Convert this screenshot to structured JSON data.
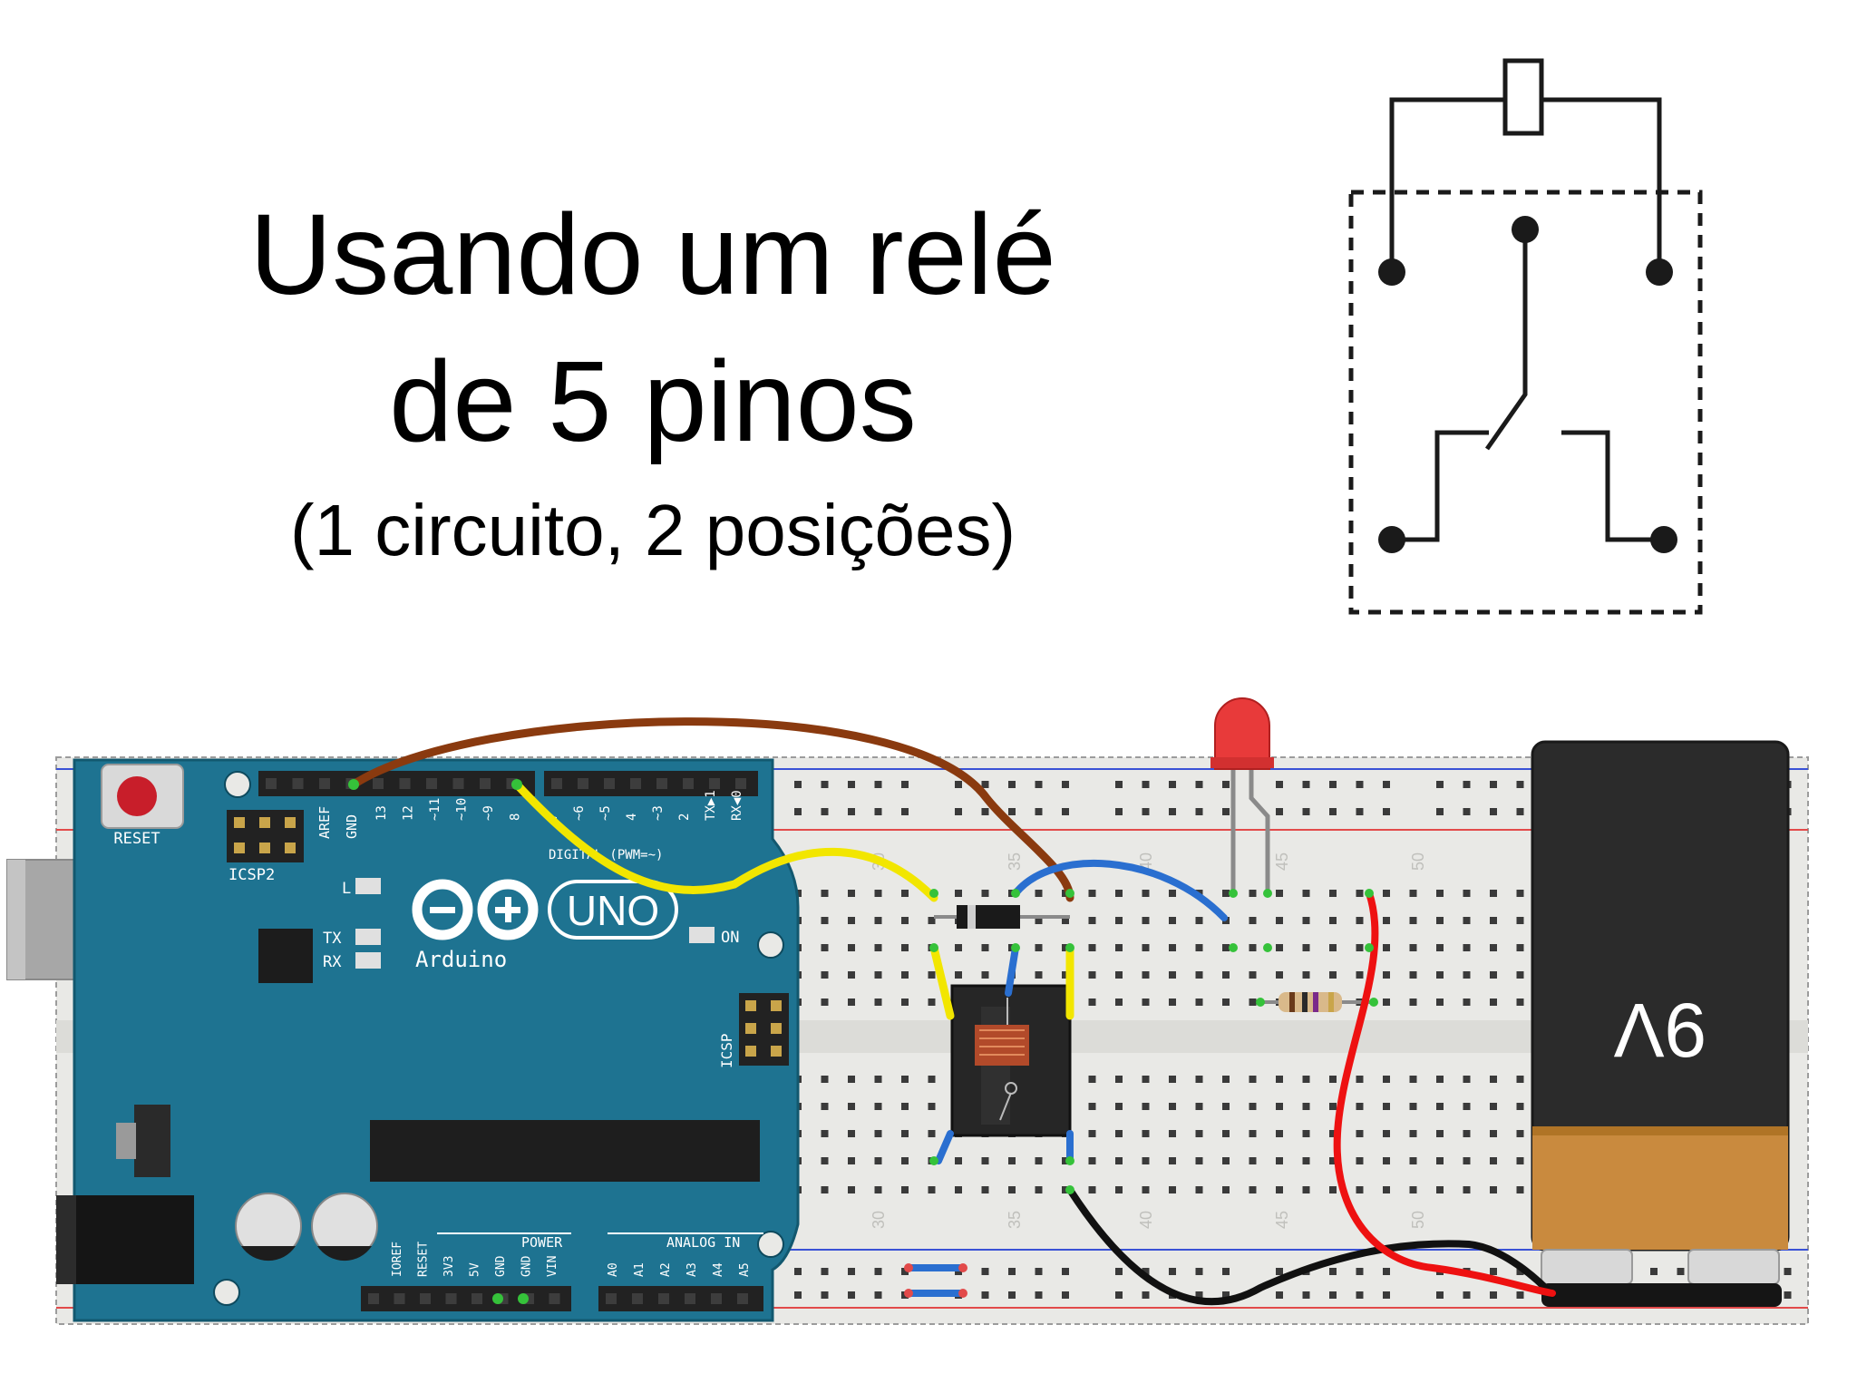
{
  "slide": {
    "title_line1": "Usando um relé",
    "title_line2": "de 5 pinos",
    "subtitle": "(1 circuito, 2 posições)"
  },
  "arduino": {
    "reset_label": "RESET",
    "icsp2_label": "ICSP2",
    "aref_label": "AREF",
    "gnd_label": "GND",
    "digital_pins": [
      "13",
      "12",
      "~11",
      "~10",
      "~9",
      "8",
      "7",
      "~6",
      "~5",
      "4",
      "~3",
      "2",
      "TX▶1",
      "RX◀0"
    ],
    "digital_label": "DIGITAL (PWM=~)",
    "l_label": "L",
    "tx_label": "TX",
    "rx_label": "RX",
    "uno_label": "UNO",
    "brand_label": "Arduino",
    "on_label": "ON",
    "icsp_label": "ICSP",
    "power_label": "POWER",
    "analog_label": "ANALOG IN",
    "power_pins": [
      "IOREF",
      "RESET",
      "3V3",
      "5V",
      "GND",
      "GND",
      "VIN"
    ],
    "analog_pins": [
      "A0",
      "A1",
      "A2",
      "A3",
      "A4",
      "A5"
    ]
  },
  "breadboard": {
    "column_numbers": [
      "30",
      "35",
      "40",
      "45",
      "50"
    ]
  },
  "battery": {
    "label": "9V"
  },
  "colors": {
    "arduino_blue": "#1e7391",
    "wire_brown": "#8a3a0f",
    "wire_yellow": "#f2e600",
    "wire_blue": "#2a6fd0",
    "wire_red": "#ee1111",
    "wire_black": "#111111",
    "led_red": "#e83a3a",
    "battery_body": "#2b2b2b",
    "battery_band": "#c98a3e"
  }
}
